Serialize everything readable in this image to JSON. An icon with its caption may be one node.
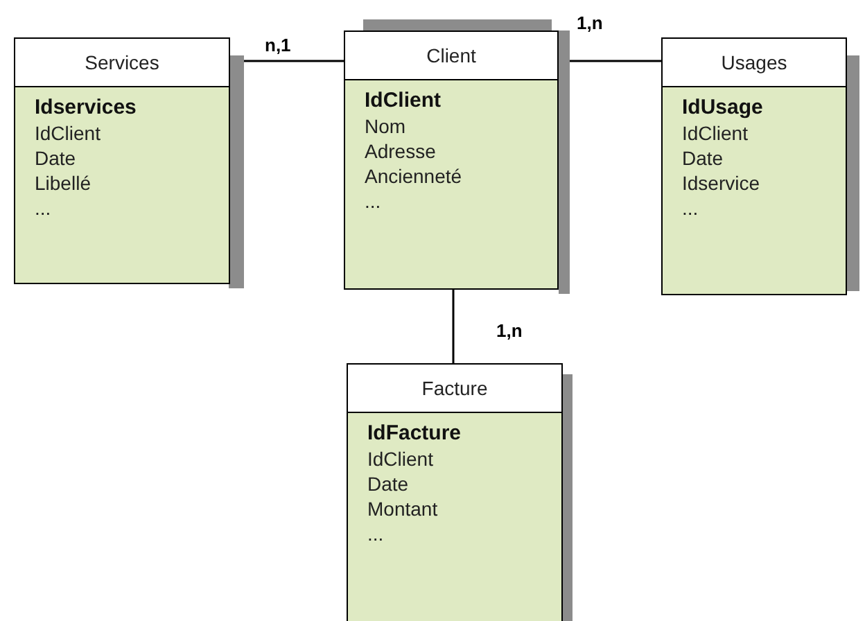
{
  "diagram": {
    "nodes": [
      {
        "text": [
          "Services",
          "Idservices",
          "IdClient",
          "Date",
          "Libellé",
          "..."
        ]
      },
      {
        "text": [
          "Client",
          "IdClient",
          "Nom",
          "Adresse",
          "Ancienneté",
          "..."
        ]
      },
      {
        "text": [
          "Usages",
          "IdUsage",
          "IdClient",
          "Date",
          "Idservice",
          "..."
        ]
      },
      {
        "text": [
          "Facture",
          "IdFacture",
          "IdClient",
          "Date",
          "Montant",
          "..."
        ]
      }
    ],
    "edges": [
      {
        "from": 0,
        "to": 1,
        "arrow": "none",
        "label": "n,1"
      },
      {
        "from": 1,
        "to": 2,
        "arrow": "none",
        "label": "1,n"
      },
      {
        "from": 1,
        "to": 3,
        "arrow": "none",
        "label": "1,n"
      }
    ]
  }
}
